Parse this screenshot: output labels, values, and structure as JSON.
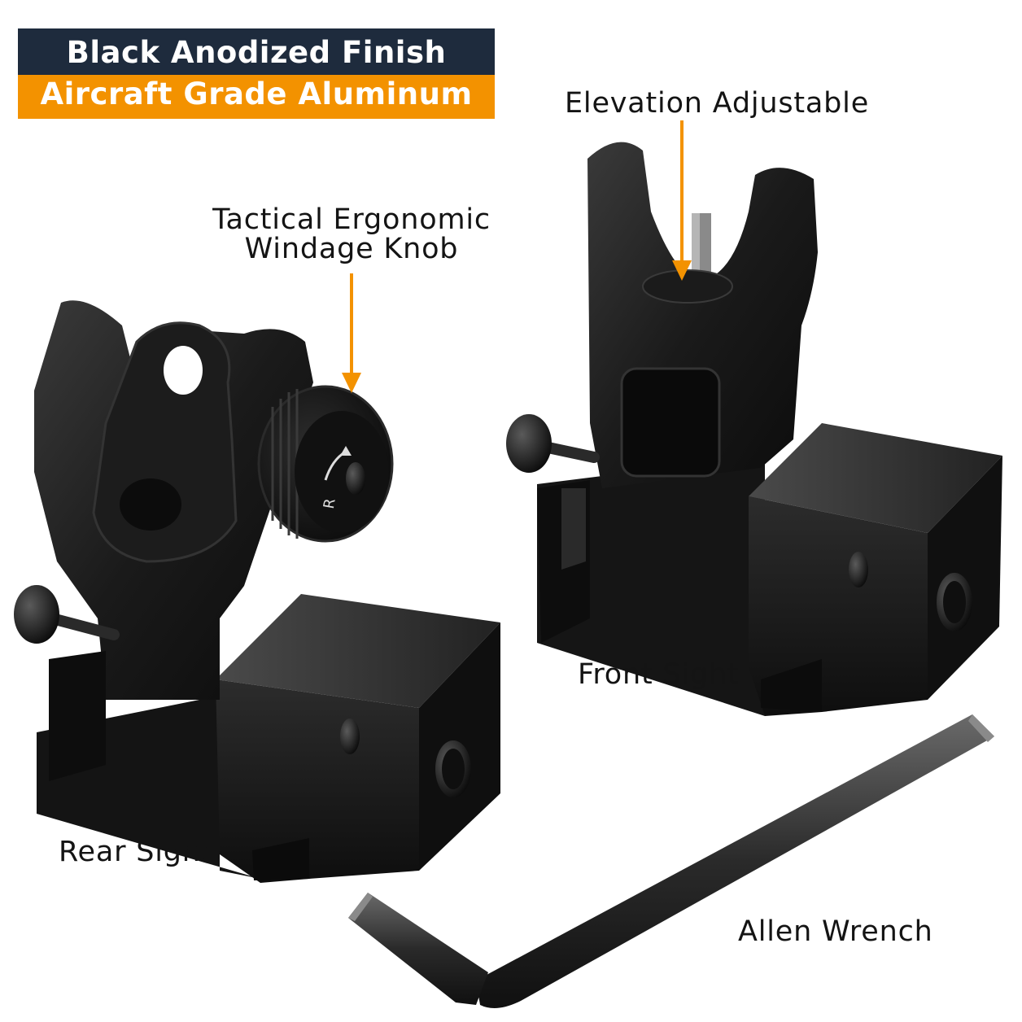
{
  "badge": {
    "line1": "Black Anodized Finish",
    "line2": "Aircraft Grade Aluminum"
  },
  "colors": {
    "badge_dark": "#1e2b3d",
    "accent_orange": "#f39200",
    "metal_black": "#141414"
  },
  "callouts": {
    "elevation": "Elevation Adjustable",
    "windage_line1": "Tactical Ergonomic",
    "windage_line2": "Windage Knob",
    "front_sight": "Front Sight",
    "rear_sight": "Rear Sight",
    "allen_wrench": "Allen Wrench"
  },
  "knob_marking": "R"
}
